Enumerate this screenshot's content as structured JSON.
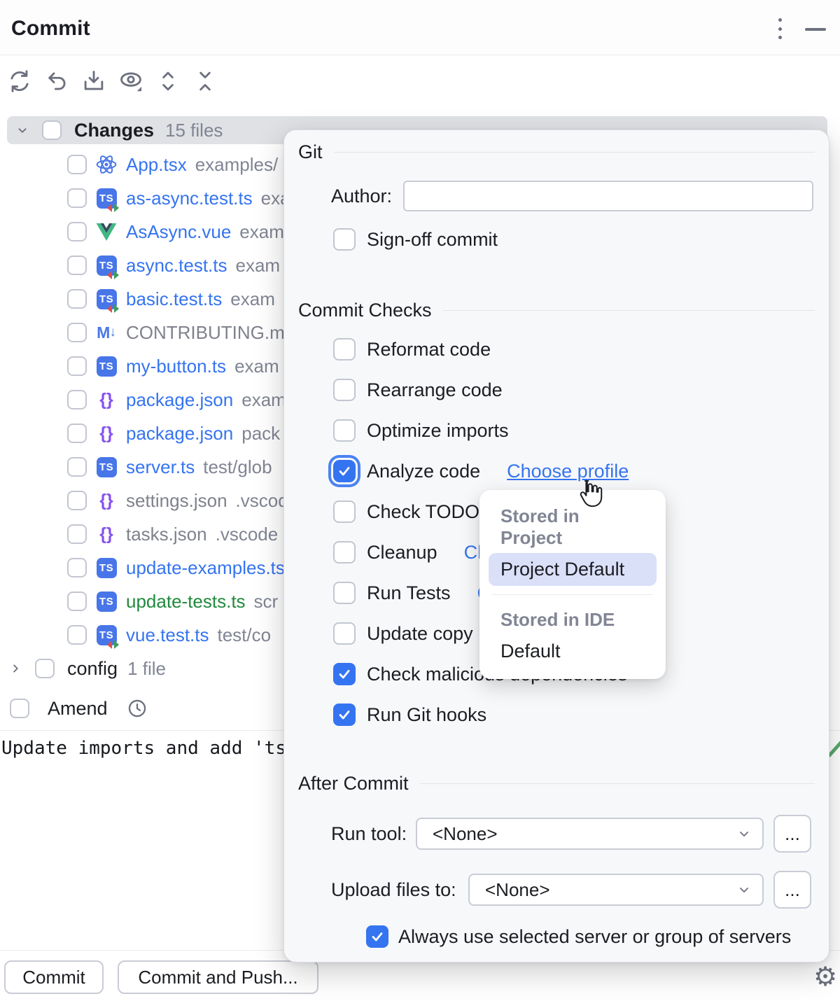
{
  "window": {
    "title": "Commit"
  },
  "toolbar": {
    "icons": [
      "refresh-icon",
      "rollback-icon",
      "shelve-icon",
      "view-options-icon",
      "expand-all-icon",
      "collapse-all-icon"
    ]
  },
  "tree": {
    "changes": {
      "label": "Changes",
      "count": "15 files"
    },
    "files": [
      {
        "name": "App.tsx",
        "path": "examples/",
        "status": "modified",
        "icon": "react"
      },
      {
        "name": "as-async.test.ts",
        "path": "exa",
        "status": "modified",
        "icon": "ts-test"
      },
      {
        "name": "AsAsync.vue",
        "path": "exam",
        "status": "modified",
        "icon": "vue"
      },
      {
        "name": "async.test.ts",
        "path": "exam",
        "status": "modified",
        "icon": "ts-test"
      },
      {
        "name": "basic.test.ts",
        "path": "exam",
        "status": "modified",
        "icon": "ts-test"
      },
      {
        "name": "CONTRIBUTING.md",
        "path": "",
        "status": "deleted",
        "icon": "md"
      },
      {
        "name": "my-button.ts",
        "path": "exam",
        "status": "modified",
        "icon": "ts"
      },
      {
        "name": "package.json",
        "path": "exam",
        "status": "modified",
        "icon": "json"
      },
      {
        "name": "package.json",
        "path": "pack",
        "status": "modified",
        "icon": "json"
      },
      {
        "name": "server.ts",
        "path": "test/glob",
        "status": "modified",
        "icon": "ts"
      },
      {
        "name": "settings.json",
        "path": ".vscode",
        "status": "deleted",
        "icon": "json"
      },
      {
        "name": "tasks.json",
        "path": ".vscode",
        "status": "deleted",
        "icon": "json"
      },
      {
        "name": "update-examples.ts",
        "path": "",
        "status": "modified",
        "icon": "ts"
      },
      {
        "name": "update-tests.ts",
        "path": "scr",
        "status": "added",
        "icon": "ts"
      },
      {
        "name": "vue.test.ts",
        "path": "test/co",
        "status": "modified",
        "icon": "ts-test"
      }
    ],
    "config_group": {
      "label": "config",
      "count": "1 file"
    },
    "amend_label": "Amend"
  },
  "message": {
    "text": "Update imports and add 'ts"
  },
  "popup": {
    "git": {
      "title": "Git",
      "author_label": "Author:",
      "author_value": "",
      "signoff_label": "Sign-off commit",
      "signoff_checked": false
    },
    "checks": {
      "title": "Commit Checks",
      "items": [
        {
          "label": "Reformat code",
          "checked": false
        },
        {
          "label": "Rearrange code",
          "checked": false
        },
        {
          "label": "Optimize imports",
          "checked": false
        },
        {
          "label": "Analyze code",
          "checked": true,
          "focused": true,
          "link": "Choose profile",
          "link_hover": true
        },
        {
          "label": "Check TODO",
          "checked": false
        },
        {
          "label": "Cleanup",
          "checked": false,
          "link": "Ch"
        },
        {
          "label": "Run Tests",
          "checked": false,
          "link": "C"
        },
        {
          "label": "Update copy",
          "checked": false
        },
        {
          "label": "Check malicious dependencies",
          "checked": true
        },
        {
          "label": "Run Git hooks",
          "checked": true
        }
      ]
    },
    "after": {
      "title": "After Commit",
      "run_tool_label": "Run tool:",
      "run_tool_value": "<None>",
      "run_tool_more": "...",
      "upload_label": "Upload files to:",
      "upload_value": "<None>",
      "upload_more": "...",
      "always_label": "Always use selected server or group of servers",
      "always_checked": true
    }
  },
  "profile_menu": {
    "entries": [
      {
        "type": "header",
        "text": "Stored in Project"
      },
      {
        "type": "item",
        "text": "Project Default",
        "selected": true
      },
      {
        "type": "separator"
      },
      {
        "type": "header",
        "text": "Stored in IDE"
      },
      {
        "type": "item",
        "text": "Default",
        "selected": false
      }
    ]
  },
  "footer": {
    "commit_label": "Commit",
    "commit_push_label": "Commit and Push..."
  },
  "colors": {
    "accent_blue": "#3574F0",
    "file_modified": "#3574F0",
    "file_added": "#208A3C",
    "file_deleted": "#7F828C",
    "secondary_text": "#818594",
    "selection_bar": "#DFE1E5",
    "popup_bg": "#F7F8FA",
    "menu_selected_bg": "#DBE0F9",
    "icon_gray": "#6C707E",
    "inspection_ok_green": "#59A869"
  }
}
